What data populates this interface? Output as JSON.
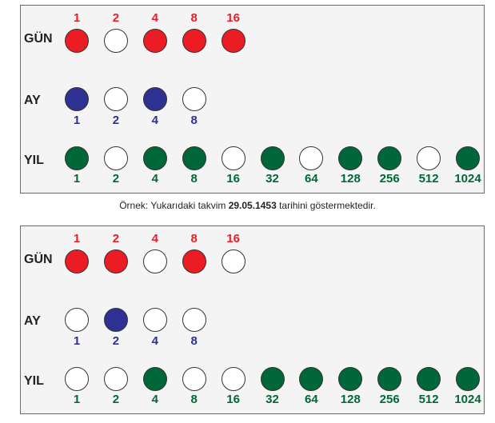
{
  "labels": {
    "gun": "GÜN",
    "ay": "AY",
    "yil": "YIL"
  },
  "weights": {
    "gun": [
      "1",
      "2",
      "4",
      "8",
      "16"
    ],
    "ay": [
      "1",
      "2",
      "4",
      "8"
    ],
    "yil": [
      "1",
      "2",
      "4",
      "8",
      "16",
      "32",
      "64",
      "128",
      "256",
      "512",
      "1024"
    ]
  },
  "caption": {
    "before": "Örnek: Yukarıdaki takvim ",
    "date": "29.05.1453",
    "after": " tarihini göstermektedir."
  },
  "panels": [
    {
      "gun": [
        true,
        false,
        true,
        true,
        true
      ],
      "ay": [
        true,
        false,
        true,
        false
      ],
      "yil": [
        true,
        false,
        true,
        true,
        false,
        true,
        false,
        true,
        true,
        false,
        true
      ]
    },
    {
      "gun": [
        true,
        true,
        false,
        true,
        false
      ],
      "ay": [
        false,
        true,
        false,
        false
      ],
      "yil": [
        false,
        false,
        true,
        false,
        false,
        true,
        true,
        true,
        true,
        true,
        true
      ]
    }
  ],
  "colors": {
    "red": "#ec1c24",
    "blue": "#2e3192",
    "green": "#006838",
    "off": "#ffffff"
  }
}
